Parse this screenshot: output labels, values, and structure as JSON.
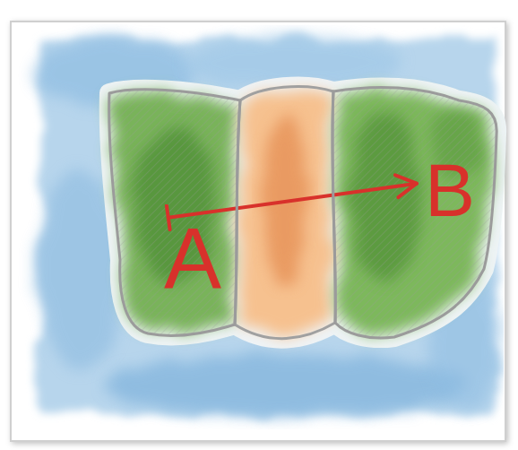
{
  "diagram": {
    "nodes": [
      {
        "text": [
          "A"
        ]
      },
      {
        "text": [
          "B"
        ]
      }
    ],
    "edges": [
      {
        "from": 0,
        "to": 1,
        "arrow": "to"
      }
    ]
  }
}
